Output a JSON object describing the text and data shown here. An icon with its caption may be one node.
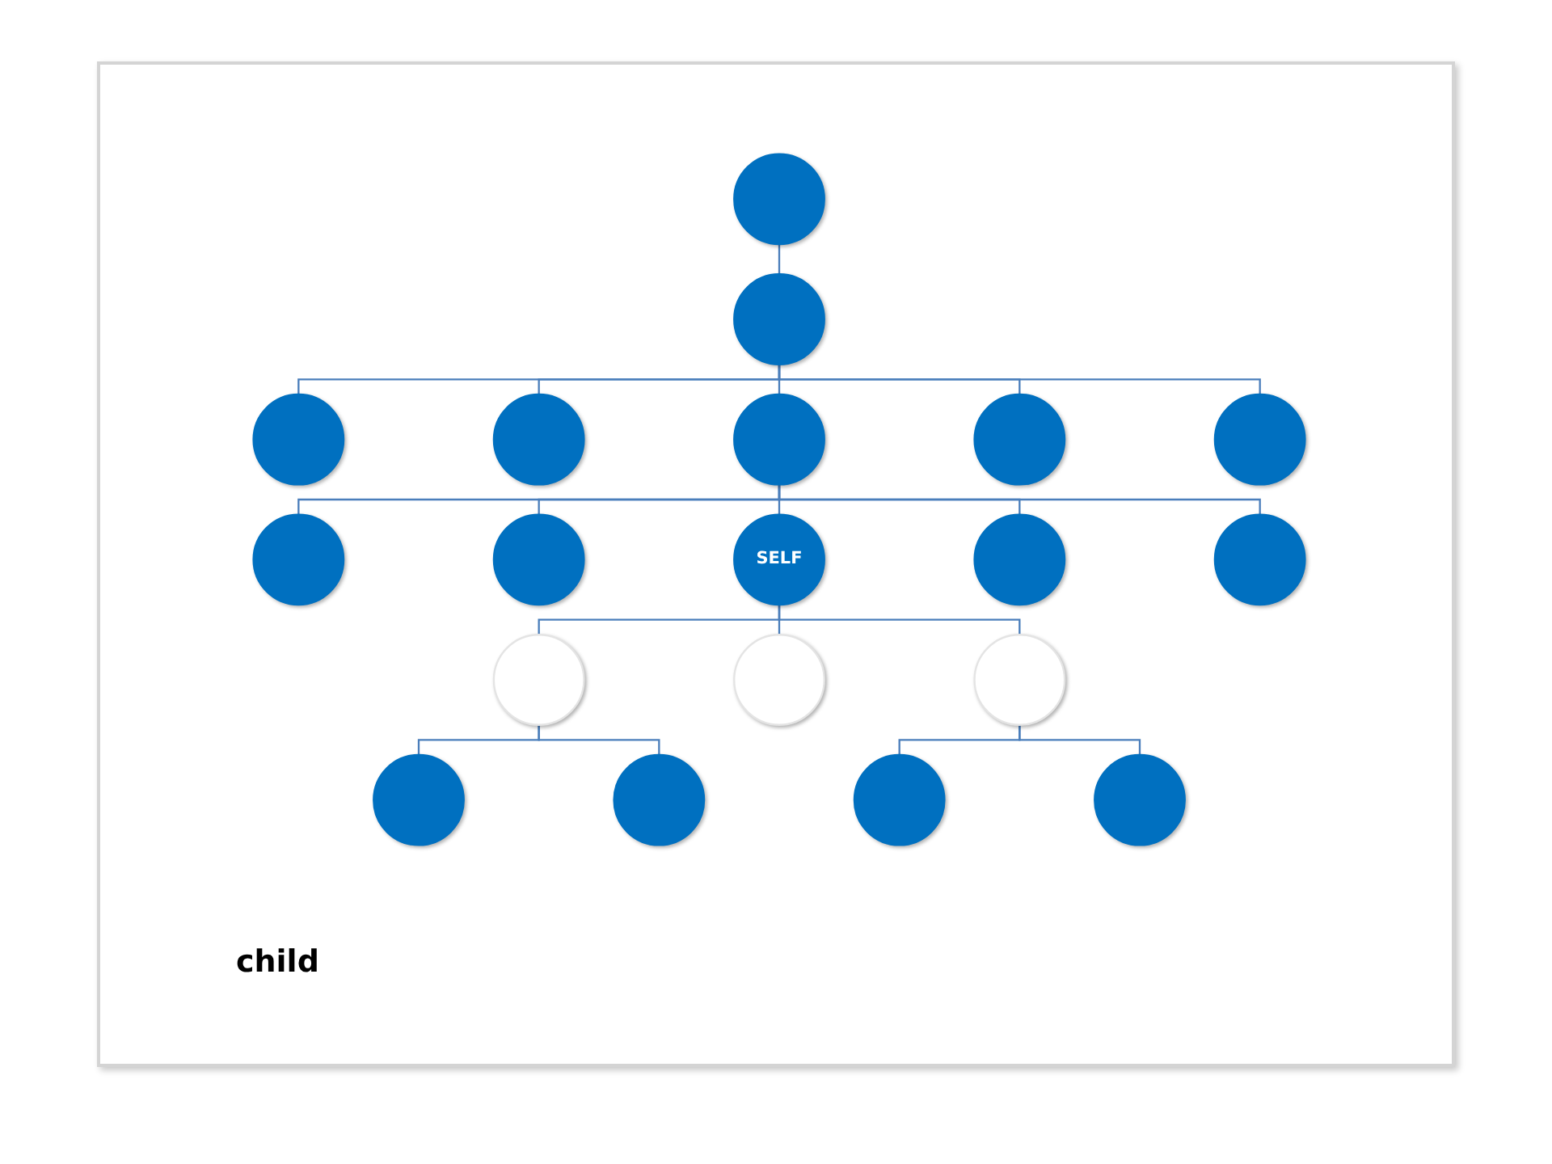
{
  "diagram": {
    "nodes": [
      {
        "text": [],
        "shape": "circle"
      },
      {
        "text": [],
        "shape": "circle"
      },
      {
        "text": [],
        "shape": "circle"
      },
      {
        "text": [],
        "shape": "circle"
      },
      {
        "text": [],
        "shape": "circle"
      },
      {
        "text": [],
        "shape": "circle"
      },
      {
        "text": [],
        "shape": "circle"
      },
      {
        "text": [],
        "shape": "circle"
      },
      {
        "text": [],
        "shape": "circle"
      },
      {
        "text": [
          "SELF"
        ]
      },
      {
        "text": [],
        "shape": "circle"
      },
      {
        "text": [],
        "shape": "circle"
      },
      {
        "text": [],
        "shape": "circle"
      },
      {
        "text": [],
        "shape": "circle"
      },
      {
        "text": [],
        "shape": "circle"
      },
      {
        "text": [],
        "shape": "circle"
      },
      {
        "text": [],
        "shape": "circle"
      },
      {
        "text": [],
        "shape": "circle"
      },
      {
        "text": [],
        "shape": "circle"
      }
    ],
    "edges": [
      {
        "from": 0,
        "to": 1,
        "arrow": "none"
      },
      {
        "from": 1,
        "to": 2,
        "arrow": "none"
      },
      {
        "from": 1,
        "to": 3,
        "arrow": "none"
      },
      {
        "from": 1,
        "to": 4,
        "arrow": "none"
      },
      {
        "from": 1,
        "to": 5,
        "arrow": "none"
      },
      {
        "from": 1,
        "to": 6,
        "arrow": "none"
      },
      {
        "from": 4,
        "to": 7,
        "arrow": "none"
      },
      {
        "from": 4,
        "to": 8,
        "arrow": "none"
      },
      {
        "from": 4,
        "to": 9,
        "arrow": "none"
      },
      {
        "from": 4,
        "to": 10,
        "arrow": "none"
      },
      {
        "from": 4,
        "to": 11,
        "arrow": "none"
      },
      {
        "from": 9,
        "to": 12,
        "arrow": "none"
      },
      {
        "from": 9,
        "to": 13,
        "arrow": "none"
      },
      {
        "from": 9,
        "to": 14,
        "arrow": "none"
      },
      {
        "from": 12,
        "to": 15,
        "arrow": "none"
      },
      {
        "from": 12,
        "to": 16,
        "arrow": "none"
      },
      {
        "from": 14,
        "to": 17,
        "arrow": "none"
      },
      {
        "from": 14,
        "to": 18,
        "arrow": "none"
      }
    ],
    "labels": [
      "child"
    ]
  }
}
